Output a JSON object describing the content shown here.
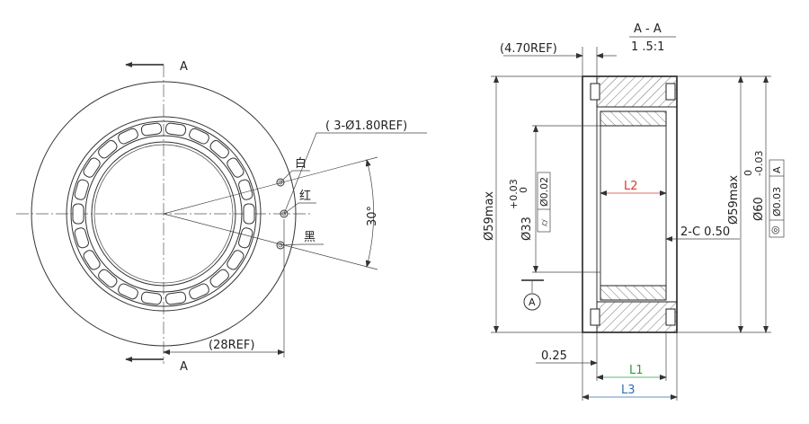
{
  "front_view": {
    "section_mark_top": "A",
    "section_mark_bottom": "A",
    "hole_callout": "( 3-Ø1.80REF)",
    "wire_white": "白",
    "wire_red": "红",
    "wire_black": "黑",
    "angle": "30°",
    "width_ref": "(28REF)"
  },
  "section_view": {
    "title": "A - A",
    "scale": "1 .5:1",
    "top_ref": "(4.70REF)",
    "outer_dia_max_left": "Ø59max",
    "bore_dia": "Ø33",
    "bore_tol_upper": "+0.03",
    "bore_tol_lower": "0",
    "cylindricity_symbol": "⌭",
    "cylindricity_value": "Ø0.02",
    "l2_label": "L2",
    "chamfer": "2-C 0.50",
    "outer_dia_max_right": "Ø59max",
    "outer_dia": "Ø60",
    "outer_tol_upper": "0",
    "outer_tol_lower": "-0.03",
    "concentricity_symbol": "◎",
    "concentricity_value": "Ø0.03",
    "datum_ref": "A",
    "datum_label": "A",
    "offset": "0.25",
    "l1_label": "L1",
    "l3_label": "L3"
  },
  "colors": {
    "l1": "#2e9d3a",
    "l2": "#d83a2e",
    "l3": "#2f6db5",
    "line": "#333333"
  }
}
